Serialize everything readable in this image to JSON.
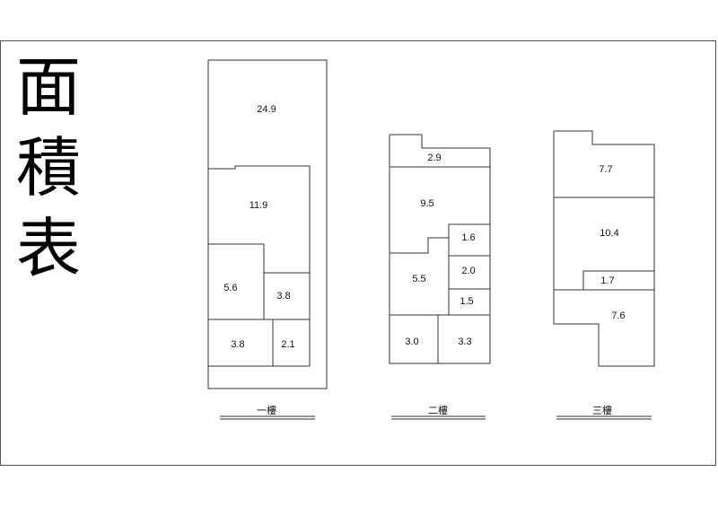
{
  "title": {
    "chars": [
      "面",
      "積",
      "表"
    ]
  },
  "floors": [
    {
      "label": "一樓",
      "rooms": [
        "24.9",
        "11.9",
        "5.6",
        "3.8",
        "3.8",
        "2.1"
      ]
    },
    {
      "label": "二樓",
      "rooms": [
        "2.9",
        "9.5",
        "1.6",
        "5.5",
        "2.0",
        "1.5",
        "3.0",
        "3.3"
      ]
    },
    {
      "label": "三樓",
      "rooms": [
        "7.7",
        "10.4",
        "1.7",
        "7.6"
      ]
    }
  ]
}
